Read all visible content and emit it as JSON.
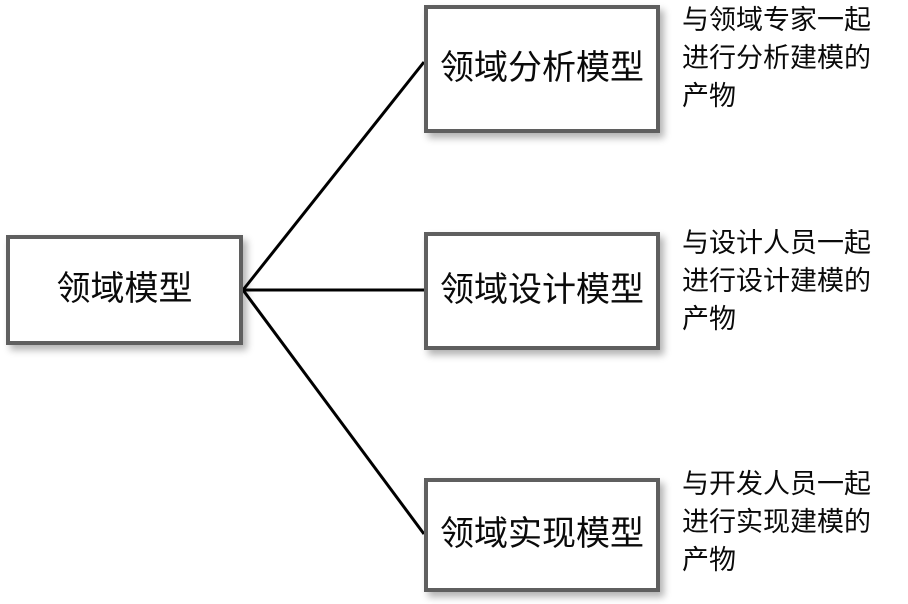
{
  "diagram": {
    "type": "tree",
    "orientation": "left-to-right",
    "root": {
      "id": "root-node",
      "label": "领域模型"
    },
    "branches": [
      {
        "id": "node-analysis",
        "label": "领域分析模型",
        "description": "与领域专家一起\n进行分析建模的\n产物",
        "description_lines": [
          "与领域专家一起",
          "进行分析建模的",
          "产物"
        ]
      },
      {
        "id": "node-design",
        "label": "领域设计模型",
        "description": "与设计人员一起\n进行设计建模的\n产物",
        "description_lines": [
          "与设计人员一起",
          "进行设计建模的",
          "产物"
        ]
      },
      {
        "id": "node-implementation",
        "label": "领域实现模型",
        "description": "与开发人员一起\n进行实现建模的\n产物",
        "description_lines": [
          "与开发人员一起",
          "进行实现建模的",
          "产物"
        ]
      }
    ],
    "colors": {
      "background": "#ffffff",
      "box_border": "#5f5f5f",
      "box_fill": "#ffffff",
      "text": "#0a0a0a",
      "connector": "#000000",
      "shadow": "rgba(0,0,0,0.30)"
    }
  }
}
